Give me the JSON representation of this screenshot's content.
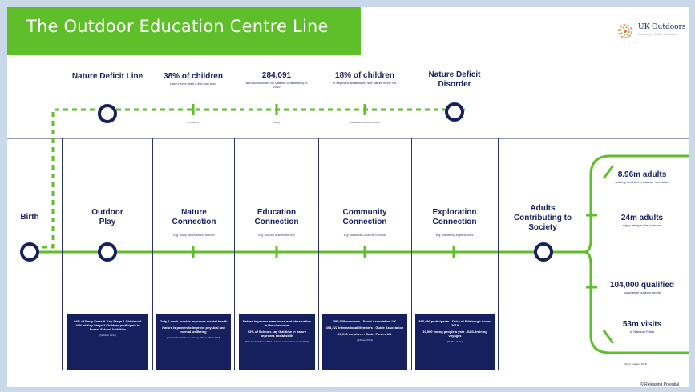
{
  "title": "The Outdoor Education Centre Line",
  "org": {
    "name": "UK Outdoors",
    "tagline": "Learning. Health. Education."
  },
  "birth": "Birth",
  "adults_contributing": "Adults Contributing to Society",
  "deficit_line": [
    {
      "title": "Nature Deficit Line",
      "sub": "",
      "source": ""
    },
    {
      "title": "38% of children",
      "sub": "have never seen a live cow moo",
      "source": "[YOUGOV]"
    },
    {
      "title": "284,091",
      "sub": "NHS Admissions for Vitamin D deficiency in 2019",
      "source": "[NHS]"
    },
    {
      "title": "18% of children",
      "sub": "in deprived areas never see nature in the UK",
      "source": "[NESS/ECONOMIC NOISE]"
    },
    {
      "title": "Nature Deficit Disorder",
      "sub": "",
      "source": ""
    }
  ],
  "stages": [
    {
      "title": "Outdoor Play",
      "example": "",
      "box": [
        "64% of Early Years & Key Stage 1 Children & 40% of Key Stage 2 Children participate in Forest School Activities"
      ],
      "source": "[Outdoor 2014]"
    },
    {
      "title": "Nature Connection",
      "example": "e.g. early years forest school",
      "box": [
        "Only 1 week outside improves mental health",
        "Nature is proven to improve physical and mental wellbeing"
      ],
      "source": "[Institute for Outdoor Learning 2019 & MIND 2018]"
    },
    {
      "title": "Education Connection",
      "example": "e.g. school residential trip",
      "box": [
        "Nature improves awareness and observation in the classroom",
        "93% of Schools say that time in nature improves social skills"
      ],
      "source": "[Natural Childhood 2012 & Nature connections study 2016]"
    },
    {
      "title": "Community Connection",
      "example": "e.g. National Citizens Service",
      "box": [
        "390,939 members - Scout Association UK",
        "498,222 International Members - Guide Association",
        "99,000 members - Cadet Forces UK"
      ],
      "source": "[@Scout 2019]"
    },
    {
      "title": "Exploration Connection",
      "example": "e.g. travelling experiences",
      "box": [
        "395,490 participants - Duke of Edinburgh Award 2019",
        "10,000 young people a year - SAIL training voyages"
      ],
      "source": "[DofE & SAIL]"
    }
  ],
  "adults": [
    {
      "head": "8.96m adults",
      "sub": "actively involved in outdoor recreation"
    },
    {
      "head": "24m adults",
      "sub": "enjoy being in the outdoors"
    },
    {
      "head": "104,000 qualified",
      "sub": "coaches in outdoor sports"
    },
    {
      "head": "53m visits",
      "sub": "to National Parks"
    }
  ],
  "footer": {
    "source": "[Sport England 2019]",
    "logo": "Releasing Potential"
  },
  "colors": {
    "green": "#5fbf2a",
    "navy": "#16205e",
    "background": "#c9d9ea"
  }
}
